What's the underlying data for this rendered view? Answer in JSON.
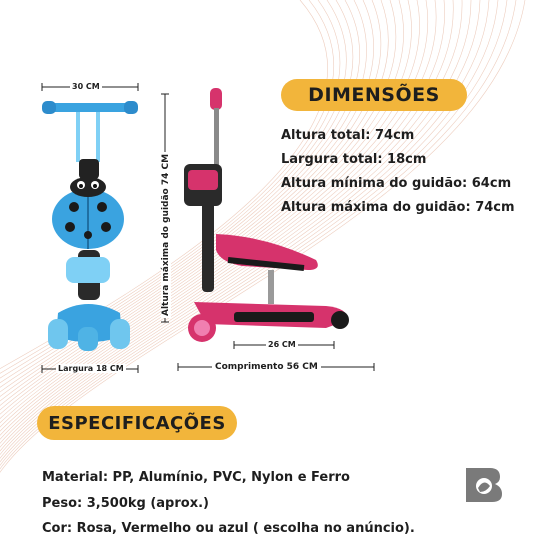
{
  "headings": {
    "dimensions": "DIMENSÕES",
    "specifications": "ESPECIFICAÇÕES"
  },
  "dimensions": [
    "Altura total: 74cm",
    "Largura total: 18cm",
    "Altura mínima do guidão: 64cm",
    "Altura máxima do guidão: 74cm"
  ],
  "measurements": {
    "width_top": "30 CM",
    "width_bottom": "Largura 18 CM",
    "height_vertical": "Altura máxima do guidão 74 CM",
    "deck": "26 CM",
    "length": "Comprimento 56 CM"
  },
  "specifications": [
    "Material: PP, Alumínio, PVC, Nylon e Ferro",
    "Peso: 3,500kg (aprox.)",
    "Cor: Rosa, Vermelho ou azul ( escolha no anúncio)."
  ],
  "colors": {
    "accent": "#f2b53b",
    "scooter_blue": "#3aa3e0",
    "scooter_pink": "#d6336c",
    "line_color": "#e6b8a3"
  },
  "icons": [
    "blue-scooter-illustration",
    "pink-scooter-illustration",
    "brand-logo-icon"
  ]
}
